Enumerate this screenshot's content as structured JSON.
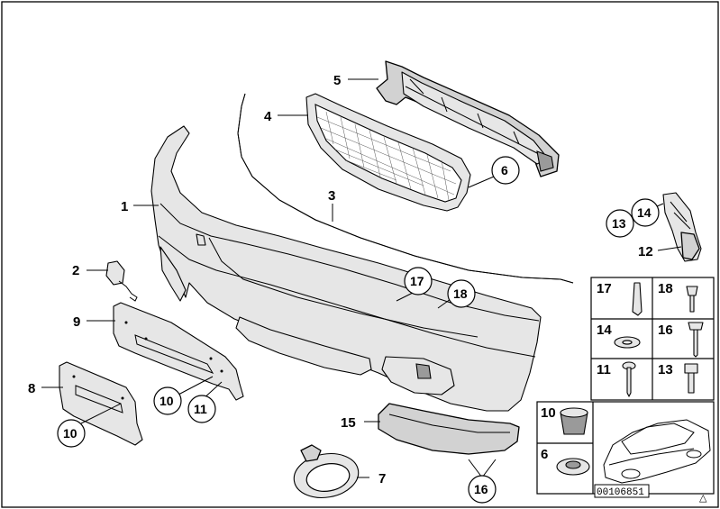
{
  "callouts": {
    "c1": "1",
    "c2": "2",
    "c3": "3",
    "c4": "4",
    "c5": "5",
    "c6": "6",
    "c7": "7",
    "c8": "8",
    "c9": "9",
    "c10a": "10",
    "c10b": "10",
    "c11": "11",
    "c12": "12",
    "c13": "13",
    "c14": "14",
    "c15": "15",
    "c16": "16",
    "c17": "17",
    "c18": "18"
  },
  "fastener_table": {
    "cells": [
      "17",
      "18",
      "14",
      "16",
      "11",
      "13",
      "10",
      "6"
    ]
  },
  "document_number": "00106851",
  "corner_mark": "△"
}
